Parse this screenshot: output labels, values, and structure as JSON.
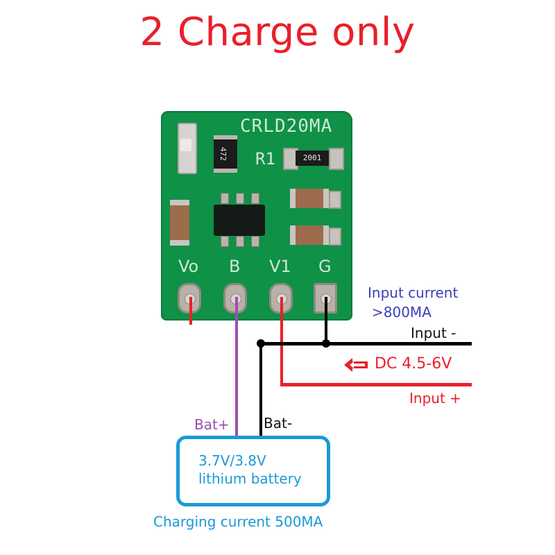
{
  "title": "2 Charge only",
  "board": {
    "model": "CRLD20MA",
    "resistor_ref": "R1",
    "resistor_code": "2001",
    "small_resistor_code": "472",
    "pins": [
      "Vo",
      "B",
      "V1",
      "G"
    ],
    "pin_wire_colors": {
      "Vo": "#e8202a",
      "B": "#9b4fb0",
      "V1": "#e8202a",
      "G": "#000000"
    }
  },
  "labels": {
    "input_current_line1": "Input current",
    "input_current_line2": ">800MA",
    "input_minus": "Input -",
    "input_plus": "Input +",
    "dc_voltage": "DC 4.5-6V",
    "bat_plus": "Bat+",
    "bat_minus": "Bat-"
  },
  "battery": {
    "line1": "3.7V/3.8V",
    "line2": "lithium battery",
    "charging_current": "Charging current 500MA"
  },
  "colors": {
    "title": "#e8202a",
    "pcb": "#0f9147",
    "battery_outline": "#1a9ad6",
    "input_current_label": "#3a3fb8",
    "red_wire": "#e8202a",
    "purple_wire": "#9b4fb0"
  },
  "icons": {
    "arrow": "left-arrow-icon"
  }
}
